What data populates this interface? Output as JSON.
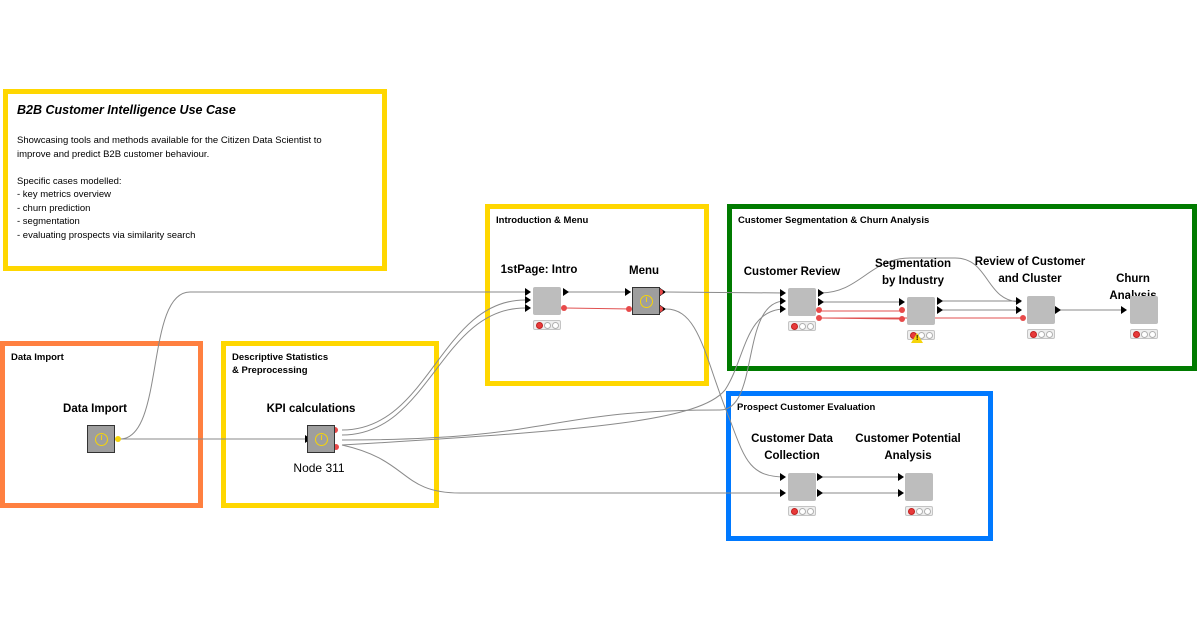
{
  "colors": {
    "yellow": "#ffd700",
    "orange": "#ff8040",
    "green": "#007b00",
    "blue": "#0079ff",
    "wire": "#8a8a8a",
    "flowvar_wire": "#e05050"
  },
  "annotations": {
    "intro": {
      "title": "B2B Customer Intelligence Use Case",
      "body": "Showcasing tools and methods available for the Citizen Data Scientist to\nimprove and predict B2B customer behaviour.\n\nSpecific cases modelled:\n- key metrics overview\n- churn prediction\n- segmentation\n- evaluating prospects via similarity search"
    },
    "data_import": {
      "title": "Data Import"
    },
    "descriptive": {
      "title": "Descriptive Statistics\n& Preprocessing"
    },
    "intro_menu": {
      "title": "Introduction & Menu"
    },
    "segmentation": {
      "title": "Customer Segmentation & Churn Analysis"
    },
    "prospect": {
      "title": "Prospect Customer Evaluation"
    }
  },
  "nodes": {
    "data_import": {
      "label": "Data Import",
      "icon": "clock-icon"
    },
    "kpi": {
      "label": "KPI calculations",
      "caption": "Node 311",
      "icon": "clock-icon"
    },
    "first_page": {
      "label": "1stPage: Intro"
    },
    "menu": {
      "label": "Menu",
      "icon": "clock-icon"
    },
    "customer_review": {
      "label": "Customer Review"
    },
    "segmentation_industry": {
      "label": "Segmentation\nby Industry",
      "status": "warning-icon"
    },
    "review_cluster": {
      "label": "Review of Customer\nand Cluster"
    },
    "churn": {
      "label": "Churn Analysis"
    },
    "data_collection": {
      "label": "Customer Data\nCollection"
    },
    "potential_analysis": {
      "label": "Customer Potential\nAnalysis"
    }
  }
}
